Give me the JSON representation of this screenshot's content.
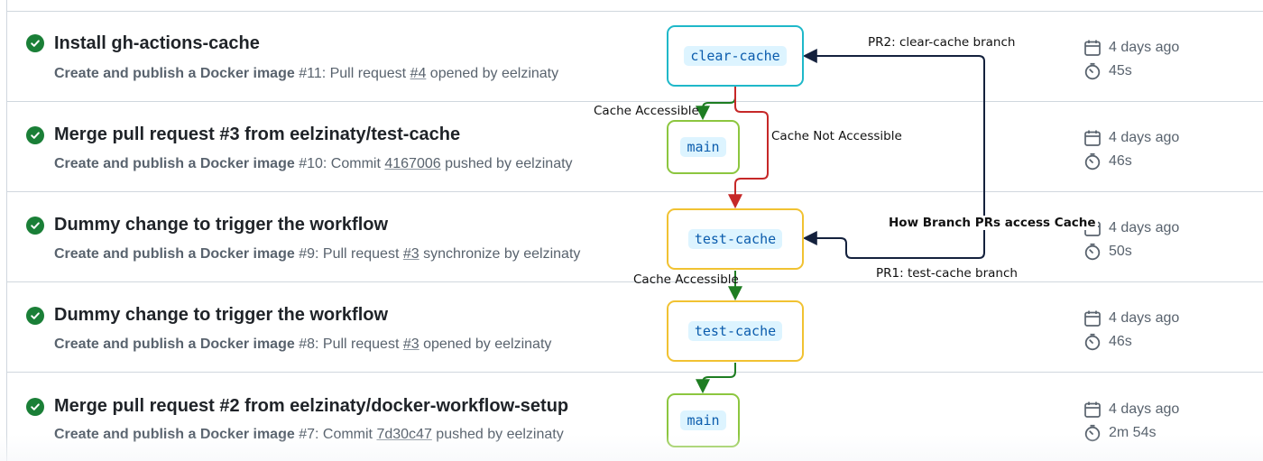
{
  "runs": [
    {
      "title": "Install gh-actions-cache",
      "workflow": "Create and publish a Docker image",
      "run_number": "#11",
      "event_prefix": ": Pull request ",
      "ref": "#4",
      "event_suffix": " opened by eelzinaty",
      "date": "4 days ago",
      "duration": "45s"
    },
    {
      "title": "Merge pull request #3 from eelzinaty/test-cache",
      "workflow": "Create and publish a Docker image",
      "run_number": "#10",
      "event_prefix": ": Commit ",
      "ref": "4167006",
      "event_suffix": " pushed by eelzinaty",
      "date": "4 days ago",
      "duration": "46s"
    },
    {
      "title": "Dummy change to trigger the workflow",
      "workflow": "Create and publish a Docker image",
      "run_number": "#9",
      "event_prefix": ": Pull request ",
      "ref": "#3",
      "event_suffix": " synchronize by eelzinaty",
      "date": "4 days ago",
      "duration": "50s"
    },
    {
      "title": "Dummy change to trigger the workflow",
      "workflow": "Create and publish a Docker image",
      "run_number": "#8",
      "event_prefix": ": Pull request ",
      "ref": "#3",
      "event_suffix": " opened by eelzinaty",
      "date": "4 days ago",
      "duration": "46s"
    },
    {
      "title": "Merge pull request #2 from eelzinaty/docker-workflow-setup",
      "workflow": "Create and publish a Docker image",
      "run_number": "#7",
      "event_prefix": ": Commit ",
      "ref": "7d30c47",
      "event_suffix": " pushed by eelzinaty",
      "date": "4 days ago",
      "duration": "2m 54s"
    }
  ],
  "status_icon": "check-circle-icon",
  "date_icon": "calendar-icon",
  "duration_icon": "stopwatch-icon",
  "colors": {
    "success": "#1a7f37",
    "branch_clear_cache": "#1fb8c9",
    "branch_main": "#8cc63f",
    "branch_test_cache": "#f1c232",
    "arrow_accessible": "#1e7d22",
    "arrow_not_accessible": "#c62828",
    "arrow_pr": "#14213d"
  },
  "diagram": {
    "branches": [
      "clear-cache",
      "main",
      "test-cache",
      "test-cache",
      "main"
    ],
    "labels": {
      "cache_accessible_1": "Cache Accessible",
      "cache_not_accessible": "Cache Not Accessible",
      "cache_accessible_2": "Cache Accessible",
      "pr2": "PR2: clear-cache branch",
      "pr1": "PR1: test-cache branch",
      "heading": "How Branch PRs access Cache"
    }
  }
}
